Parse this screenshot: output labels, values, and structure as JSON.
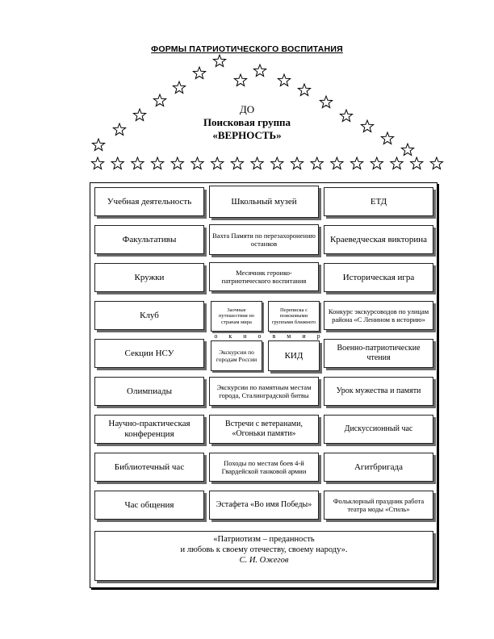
{
  "title": "ФОРМЫ ПАТРИОТИЧЕСКОГО ВОСПИТАНИЯ",
  "group": {
    "line1": "ДО",
    "line2": "Поисковая группа",
    "line3": "«ВЕРНОСТЬ»"
  },
  "left_column": [
    "Учебная деятельность",
    "Факультативы",
    "Кружки",
    "Клуб",
    "Секции НСУ",
    "Олимпиады",
    "Научно-практическая конференция",
    "Библиотечный час",
    "Час общения"
  ],
  "middle_column": [
    "Школьный музей",
    "Вахта Памяти по перезахоронению останков",
    "Месячник героико-патриотического воспитания",
    "Встречи с ветеранами, «Огоньки памяти»",
    "Экскурсии по памятным местам города, Сталинградской битвы",
    "Походы по местам боев 4-й Гвардейской танковой армии",
    "Эстафета «Во имя Победы»"
  ],
  "middle_small": {
    "left_top": "Заочные путешествия по странам мира",
    "right_top": "Переписка с поисковыми группами ближнего",
    "okno": "о к н о   в   м и р",
    "left_bottom": "Экскурсии по городам России",
    "right_bottom": "КИД"
  },
  "right_column": [
    "ЕТД",
    "Краеведческая викторина",
    "Историческая игра",
    "Конкурс экскурсоводов по улицам района «С Ленином в историю»",
    "Военно-патриотические чтения",
    "Урок мужества и памяти",
    "Дискуссионный час",
    "Агитбригада",
    "Фольклорный праздник работа театра моды «Стиль»"
  ],
  "quote": {
    "line1": "«Патриотизм – преданность",
    "line2": "и любовь к своему отечеству, своему народу».",
    "author": "С. И. Ожегов"
  }
}
